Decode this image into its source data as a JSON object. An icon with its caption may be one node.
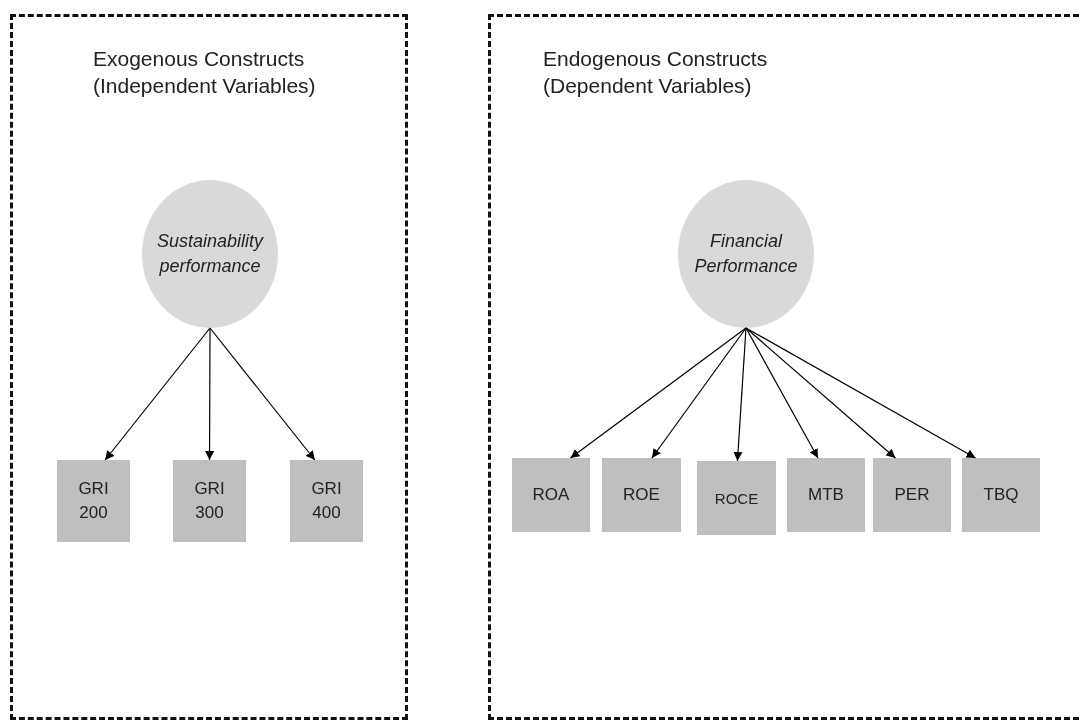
{
  "diagram": {
    "nodes": [
      {
        "text": [
          "Exogenous Constructs (Independent Variables)"
        ]
      },
      {
        "text": [
          "Endogenous Constructs (Dependent Variables)"
        ]
      },
      {
        "text": [
          "Sustainability performance"
        ],
        "in": 0
      },
      {
        "text": [
          "GRI 200"
        ],
        "in": 0
      },
      {
        "text": [
          "GRI 300"
        ],
        "in": 0
      },
      {
        "text": [
          "GRI 400"
        ],
        "in": 0
      },
      {
        "text": [
          "Financial Performance"
        ],
        "in": 1
      },
      {
        "text": [
          "ROA"
        ],
        "in": 1
      },
      {
        "text": [
          "ROE"
        ],
        "in": 1
      },
      {
        "text": [
          "ROCE"
        ],
        "in": 1
      },
      {
        "text": [
          "MTB"
        ],
        "in": 1
      },
      {
        "text": [
          "PER"
        ],
        "in": 1
      },
      {
        "text": [
          "TBQ"
        ],
        "in": 1
      }
    ],
    "edges": [
      {
        "from": 2,
        "to": 3,
        "arrow": "to"
      },
      {
        "from": 2,
        "to": 4,
        "arrow": "to"
      },
      {
        "from": 2,
        "to": 5,
        "arrow": "to"
      },
      {
        "from": 6,
        "to": 7,
        "arrow": "to"
      },
      {
        "from": 6,
        "to": 8,
        "arrow": "to"
      },
      {
        "from": 6,
        "to": 9,
        "arrow": "to"
      },
      {
        "from": 6,
        "to": 10,
        "arrow": "to"
      },
      {
        "from": 6,
        "to": 11,
        "arrow": "to"
      },
      {
        "from": 6,
        "to": 12,
        "arrow": "to"
      }
    ]
  }
}
